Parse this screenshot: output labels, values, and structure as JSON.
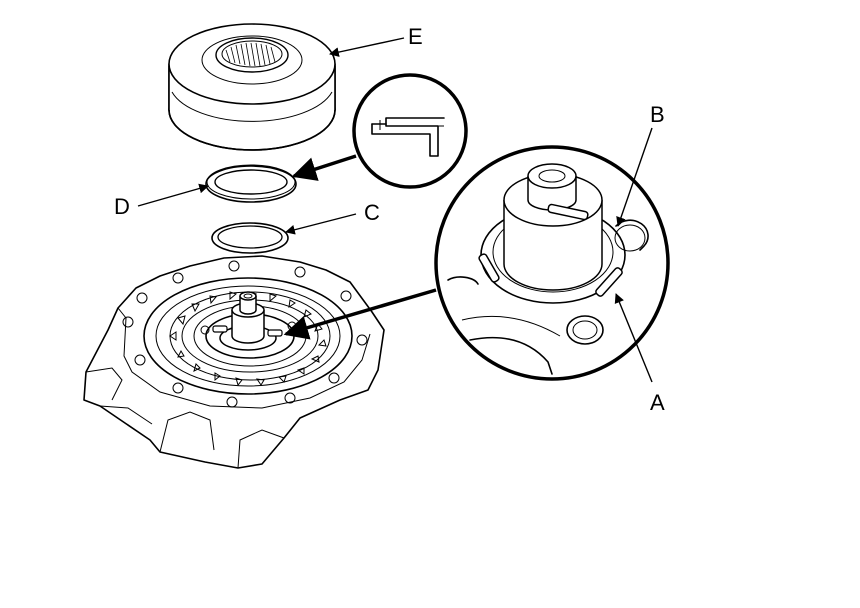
{
  "diagram": {
    "callouts": {
      "a": "A",
      "b": "B",
      "c": "C",
      "d": "D",
      "e": "E"
    },
    "parts": [
      "oil-pump-assembly",
      "clutch-drum",
      "thrust-washer-d",
      "seal-ring-c",
      "seal-rings-detail",
      "washer-section-detail"
    ]
  }
}
